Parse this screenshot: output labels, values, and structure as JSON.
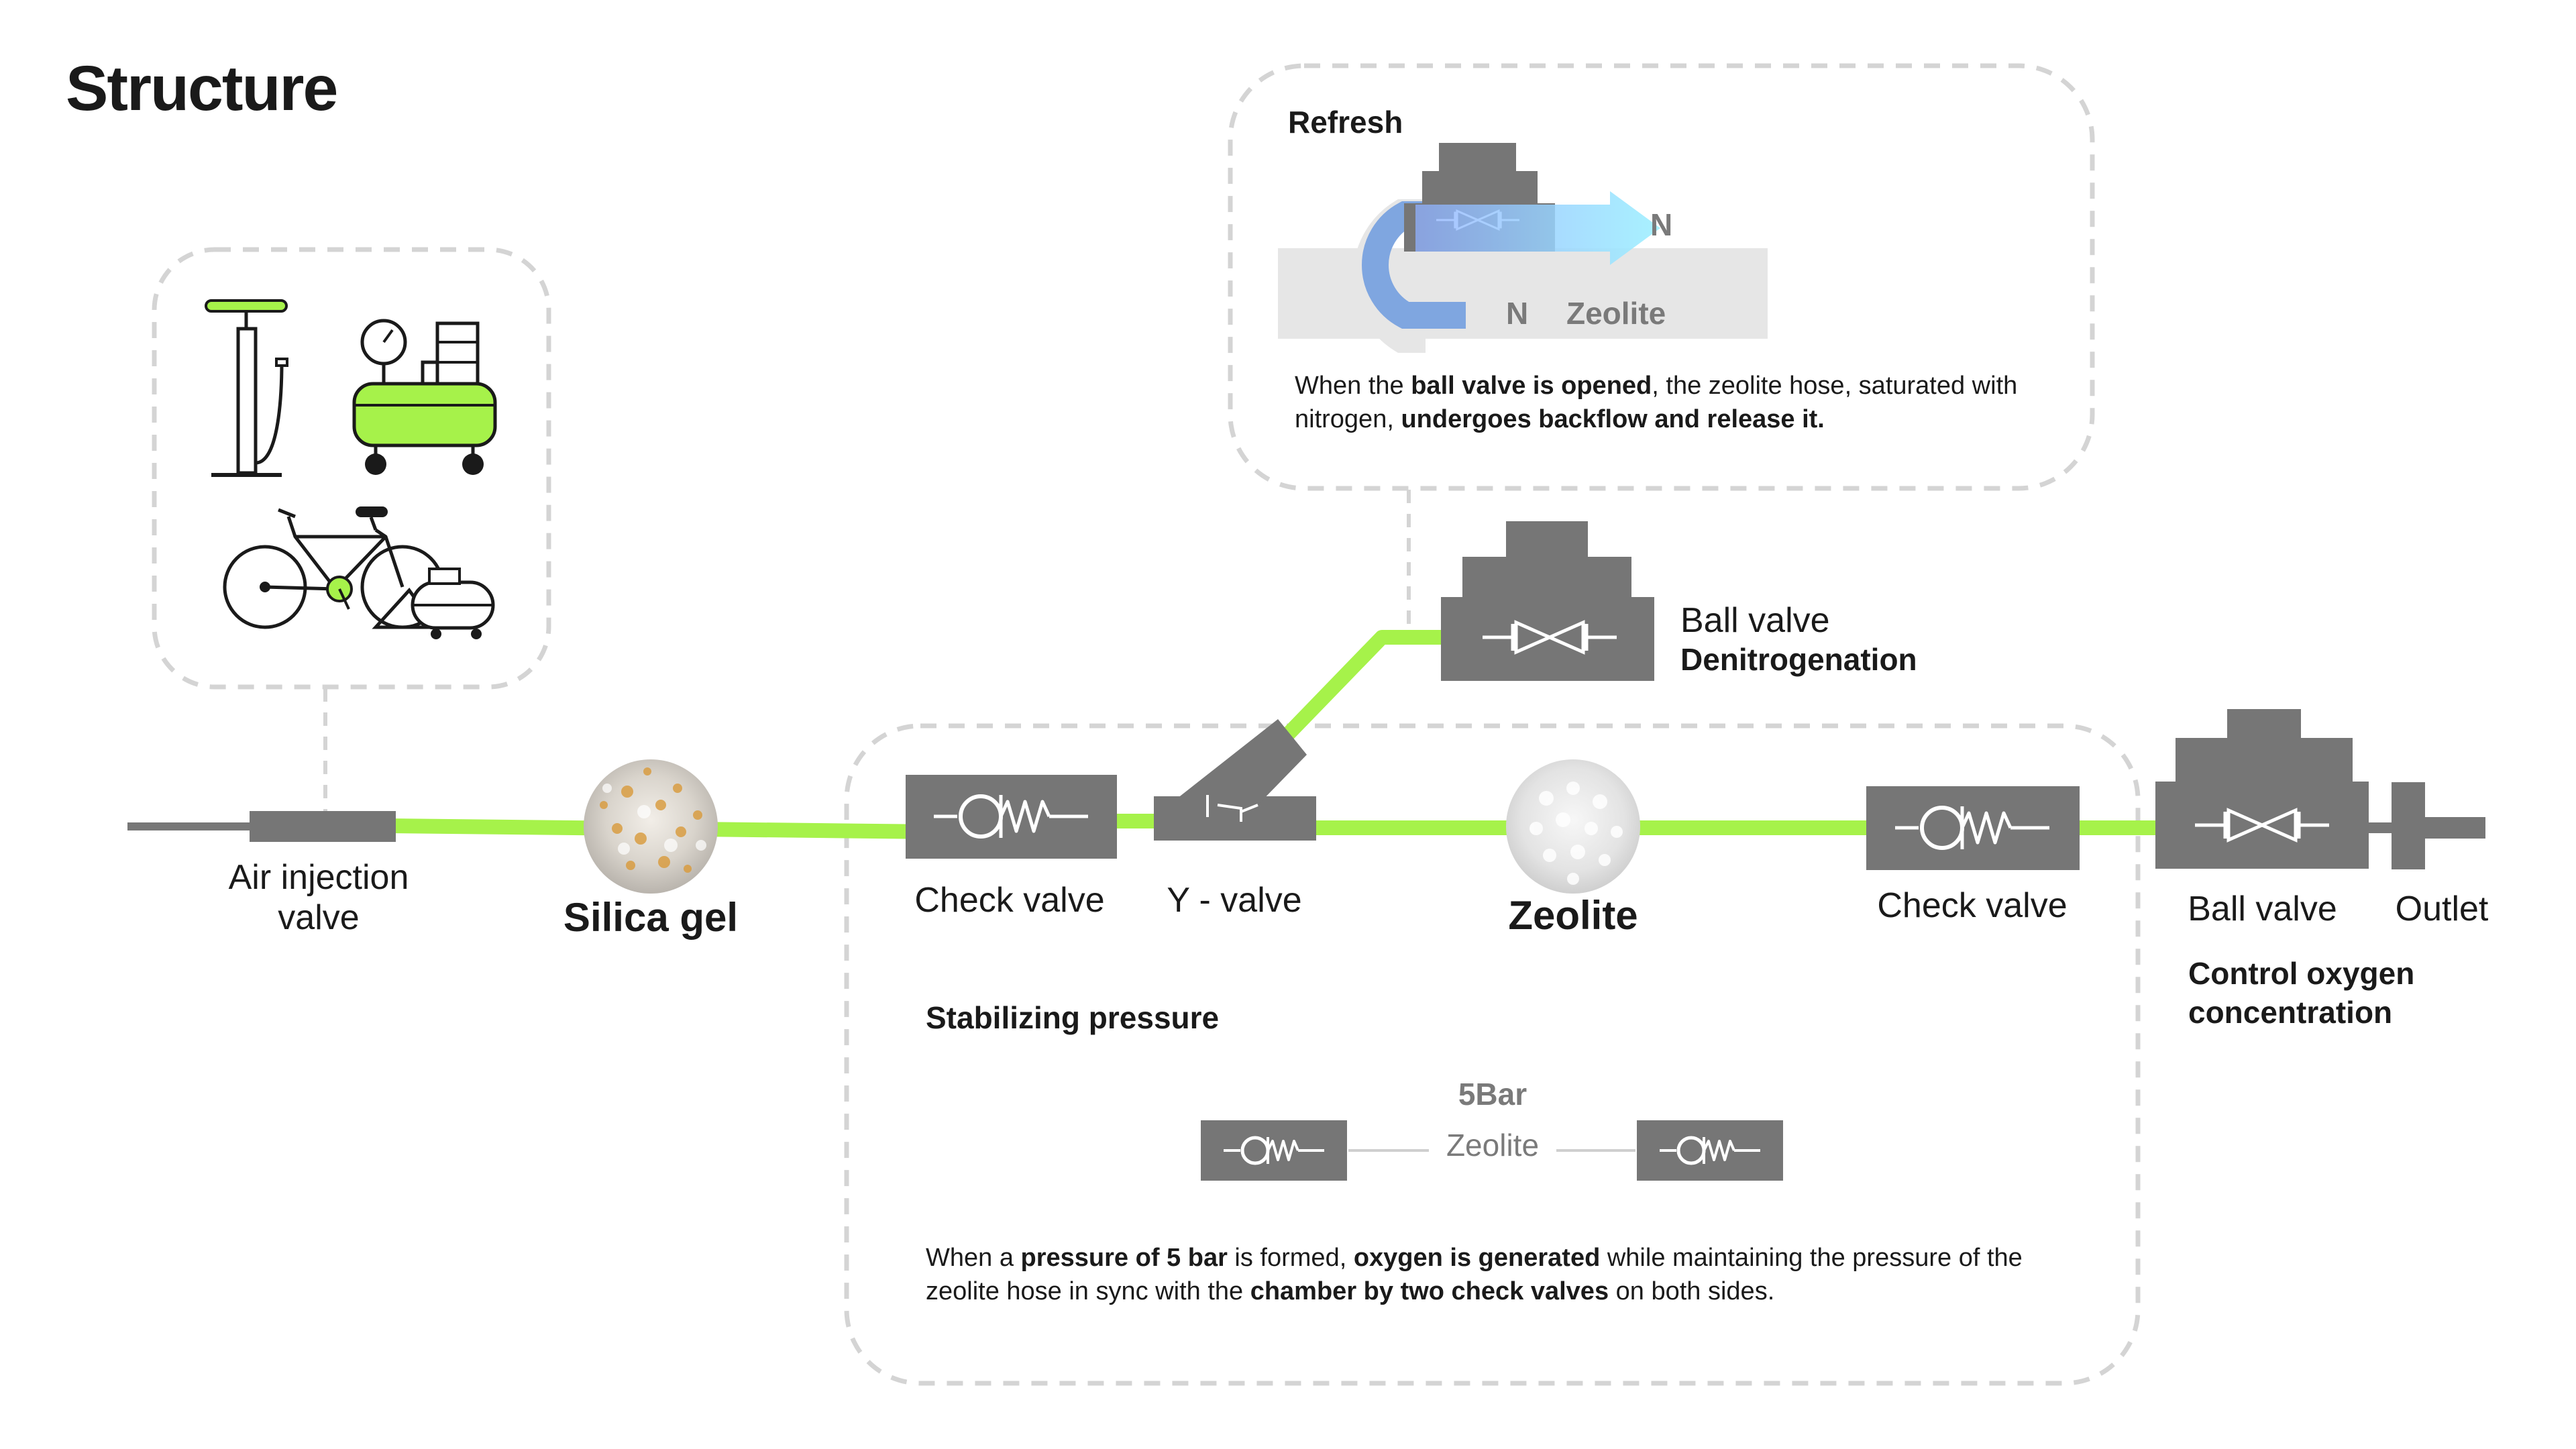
{
  "title": "Structure",
  "colors": {
    "pipe": "#a6f24a",
    "component": "#767676",
    "dashed": "#d4d4d4",
    "outline": "#1a1a1a",
    "flow_blue": "#7fa6e0",
    "flow_cyan": "#a8ecff",
    "ghost": "#e6e6e6"
  },
  "icons": [
    "hand-pump-icon",
    "air-compressor-icon",
    "bicycle-compressor-icon",
    "silica-gel-icon",
    "zeolite-icon",
    "check-valve-icon",
    "y-valve-icon",
    "ball-valve-icon"
  ],
  "main_line": {
    "air_injection": "Air injection valve",
    "silica_gel": "Silica gel",
    "check_valve_1": "Check valve",
    "y_valve": "Y - valve",
    "zeolite": "Zeolite",
    "check_valve_2": "Check valve",
    "ball_valve": "Ball valve",
    "outlet": "Outlet",
    "control_oxygen": "Control oxygen concentration"
  },
  "denitrogenation": {
    "ball_valve": "Ball valve",
    "label": "Denitrogenation"
  },
  "refresh_panel": {
    "title": "Refresh",
    "n_top": "N",
    "n_bottom": "N",
    "zeolite": "Zeolite",
    "text_1": "When the ",
    "text_2": "ball valve is opened",
    "text_3": ", the zeolite hose, saturated with nitrogen, ",
    "text_4": "undergoes backflow and release it."
  },
  "stabilizing_panel": {
    "title": "Stabilizing pressure",
    "pressure": "5Bar",
    "zeolite": "Zeolite",
    "text_1": "When a ",
    "text_2": "pressure of 5 bar",
    "text_3": " is formed, ",
    "text_4": "oxygen is generated",
    "text_5": " while maintaining the pressure of the zeolite hose in sync with the ",
    "text_6": "chamber by two check valves",
    "text_7": " on both sides."
  }
}
